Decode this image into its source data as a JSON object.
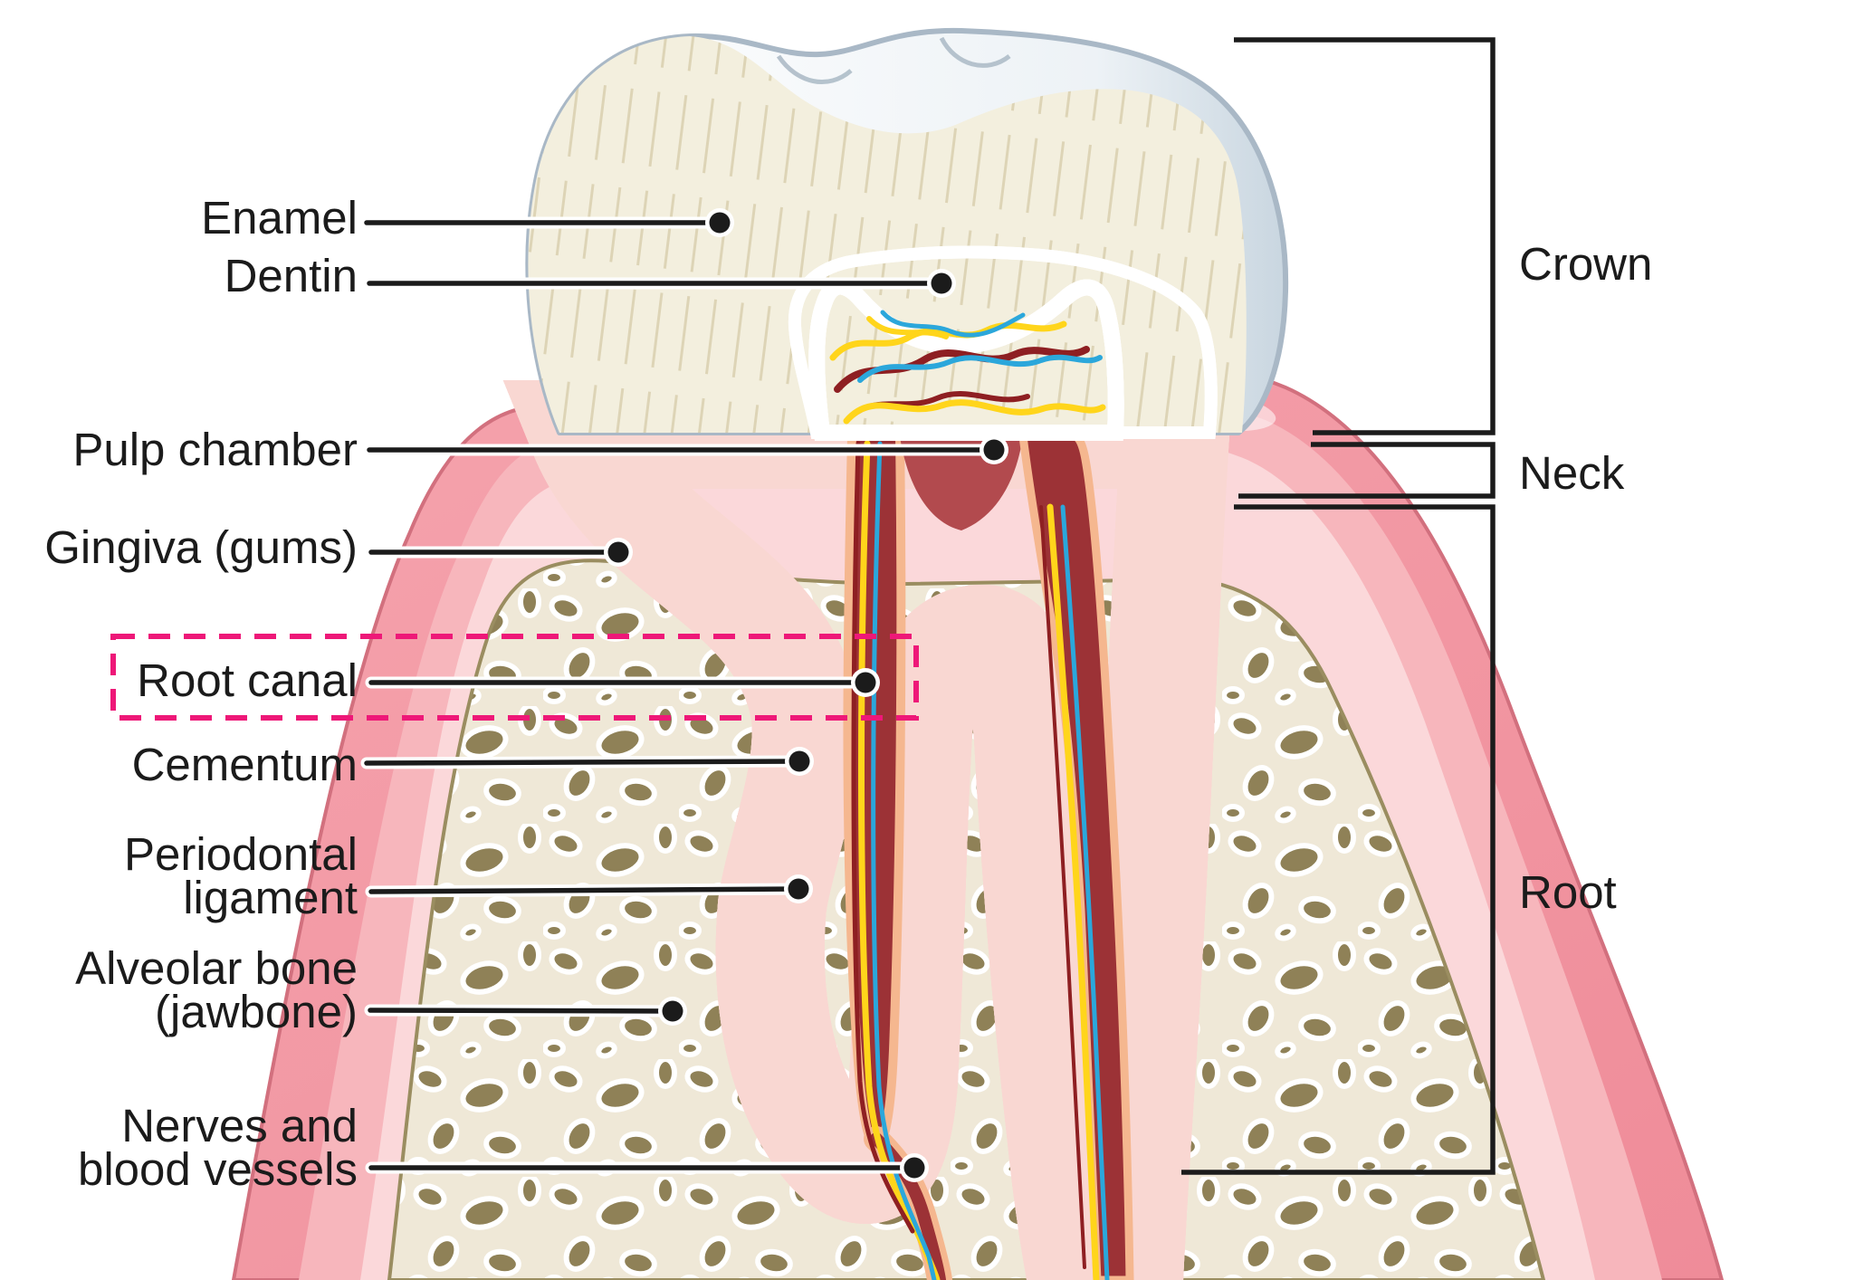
{
  "diagram": {
    "subject": "tooth-anatomy-cross-section",
    "left_labels": [
      {
        "text": "Enamel"
      },
      {
        "text": "Dentin"
      },
      {
        "text": "Pulp chamber"
      },
      {
        "text": "Gingiva (gums)"
      },
      {
        "text": "Root canal",
        "highlighted": true
      },
      {
        "text": "Cementum"
      },
      {
        "text": "Periodontal\nligament"
      },
      {
        "text": "Alveolar bone\n(jawbone)"
      },
      {
        "text": "Nerves and\nblood vessels"
      }
    ],
    "right_labels": [
      {
        "text": "Crown"
      },
      {
        "text": "Neck"
      },
      {
        "text": "Root"
      }
    ],
    "highlight": {
      "target": "Root canal",
      "shape": "dashed-rectangle",
      "color": "#EE1878"
    },
    "colors": {
      "label_text": "#1B1B1B",
      "leader_line": "#1B1B1B",
      "highlight_pink": "#EE1878",
      "enamel_cut": "#F3EFDE",
      "enamel_shell": "#E4EAF0",
      "dentin": "#DBDBE6",
      "pulp": "#C4686A",
      "pulp_dark": "#8E1F22",
      "nerve_yellow": "#FFD51B",
      "vessel_blue": "#2BA7DB",
      "canal": "#9C3236",
      "canal_border": "#F5B78F",
      "gum_outer": "#F29AA4",
      "gum_mid": "#F7B6BC",
      "gum_inner": "#FBD8DA",
      "cementum": "#D7DEC8",
      "periodontal_ligament": "#F9D7D2",
      "bone": "#EFE8D7",
      "bone_hole": "#8F8157"
    }
  }
}
